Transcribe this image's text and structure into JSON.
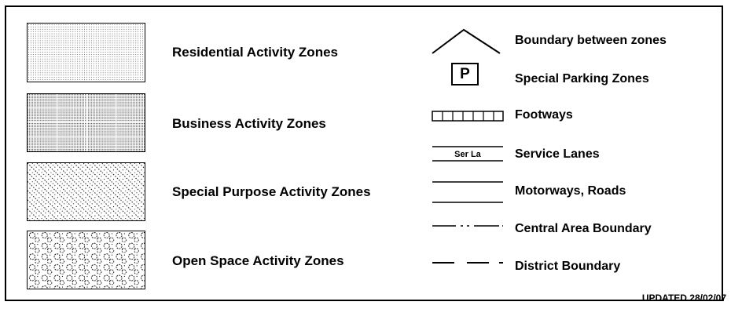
{
  "zones": [
    {
      "key": "residential",
      "label": "Residential Activity Zones"
    },
    {
      "key": "business",
      "label": "Business Activity Zones"
    },
    {
      "key": "special_purpose",
      "label": "Special Purpose Activity Zones"
    },
    {
      "key": "open_space",
      "label": "Open Space Activity Zones"
    }
  ],
  "symbols": [
    {
      "key": "boundary_between_zones",
      "label": "Boundary between zones"
    },
    {
      "key": "special_parking",
      "label": "Special Parking Zones",
      "glyph": "P"
    },
    {
      "key": "footways",
      "label": "Footways"
    },
    {
      "key": "service_lanes",
      "label": "Service Lanes",
      "glyph": "Ser La"
    },
    {
      "key": "motorways_roads",
      "label": "Motorways, Roads"
    },
    {
      "key": "central_area_boundary",
      "label": "Central Area Boundary"
    },
    {
      "key": "district_boundary",
      "label": "District Boundary"
    }
  ],
  "updated": "UPDATED 28/02/07",
  "colors": {
    "ink": "#000000",
    "background": "#ffffff"
  }
}
